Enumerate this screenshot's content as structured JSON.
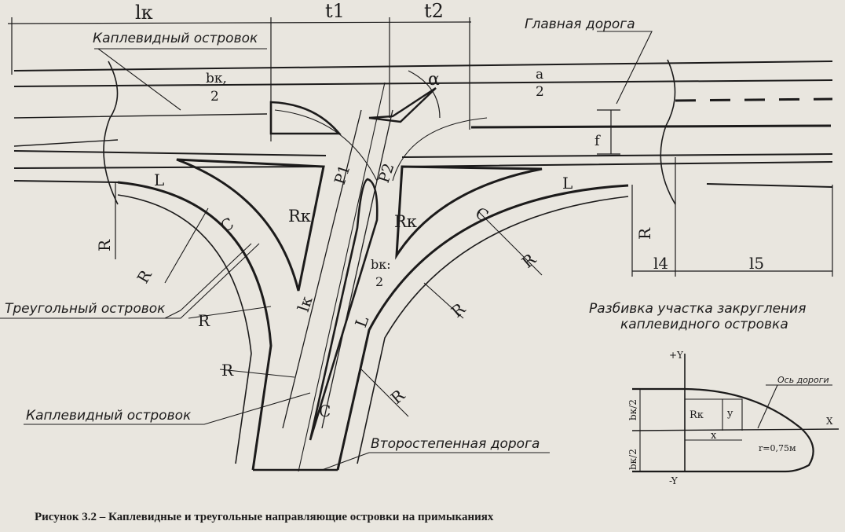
{
  "labels": {
    "lk_top": "lк",
    "t1": "t1",
    "t2": "t2",
    "main_road": "Главная дорога",
    "drop_island_top": "Каплевидный островок",
    "bk2_num": "bк,",
    "bk2_den": "2",
    "a2_num": "a",
    "a2_den": "2",
    "alpha": "α",
    "f": "f",
    "p1": "P1",
    "p2": "P2",
    "rk_left": "Rк",
    "rk_right": "Rк",
    "L_left": "L",
    "L_right": "L",
    "L_mid": "L",
    "C_left": "C",
    "C_right": "C",
    "C_bottom": "C",
    "R_vert_left": "R",
    "R_vert_right": "R",
    "R1": "R",
    "R2": "R",
    "R3": "R",
    "R4": "R",
    "R5": "R",
    "R6": "R",
    "lk_diag": "lк",
    "bk2_mid_num": "bк:",
    "bk2_mid_den": "2",
    "l4": "l4",
    "l5": "l5",
    "triangle_island": "Треугольный островок",
    "drop_island_bottom": "Каплевидный островок",
    "secondary_road": "Второстепенная дорога",
    "inset_title_1": "Разбивка участка закругления",
    "inset_title_2": "каплевидного островка",
    "inset_plus_y": "+Y",
    "inset_minus_y": "-Y",
    "inset_x_axis": "X",
    "inset_road_axis": "Ось дороги",
    "inset_rk": "Rк",
    "inset_y": "y",
    "inset_x": "x",
    "inset_bk2_top": "bк/2",
    "inset_bk2_bottom": "bк/2",
    "inset_r": "r=0,75м"
  },
  "caption": "Рисунок 3.2 – Каплевидные и треугольные направляющие островки на примыканиях",
  "colors": {
    "ink": "#1c1b1b",
    "paper": "#e9e6df"
  }
}
